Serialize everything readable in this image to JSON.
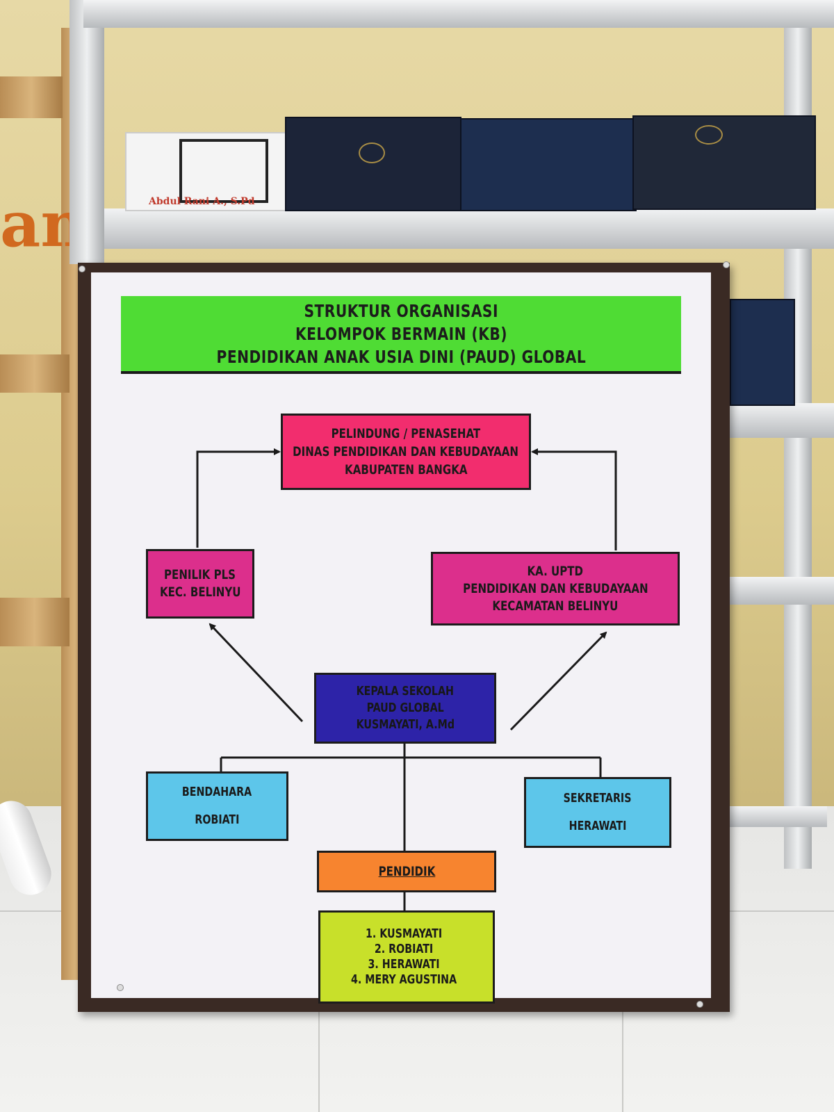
{
  "title": {
    "line1": "STRUKTUR ORGANISASI",
    "line2": "KELOMPOK BERMAIN (KB)",
    "line3": "PENDIDIKAN ANAK USIA DINI (PAUD) GLOBAL"
  },
  "pelindung": {
    "line1": "PELINDUNG / PENASEHAT",
    "line2": "DINAS PENDIDIKAN DAN KEBUDAYAAN",
    "line3": "KABUPATEN BANGKA"
  },
  "penilik": {
    "line1": "PENILIK PLS",
    "line2": "KEC. BELINYU"
  },
  "uptd": {
    "line1": "KA. UPTD",
    "line2": "PENDIDIKAN DAN KEBUDAYAAN",
    "line3": "KECAMATAN BELINYU"
  },
  "kepala": {
    "line1": "KEPALA SEKOLAH",
    "line2": "PAUD GLOBAL",
    "line3": "KUSMAYATI, A.Md"
  },
  "bendahara": {
    "role": "BENDAHARA",
    "name": "ROBIATI"
  },
  "sekretaris": {
    "role": "SEKRETARIS",
    "name": "HERAWATI"
  },
  "pendidik": {
    "label": "PENDIDIK",
    "members": [
      "1.  KUSMAYATI",
      "2.  ROBIATI",
      "3.  HERAWATI",
      "4.  MERY AGUSTINA"
    ]
  },
  "background": {
    "nameplate": "Abdul Rani A., S.Pd"
  },
  "colors": {
    "title": "#4fdc34",
    "pelindung": "#f22d6e",
    "penilik": "#dc2f8c",
    "uptd": "#dc2f8c",
    "kepala": "#2d23a8",
    "bendahara": "#5dc6ea",
    "sekretaris": "#5dc6ea",
    "pendidik": "#f7842f",
    "members": "#c8e02a"
  }
}
